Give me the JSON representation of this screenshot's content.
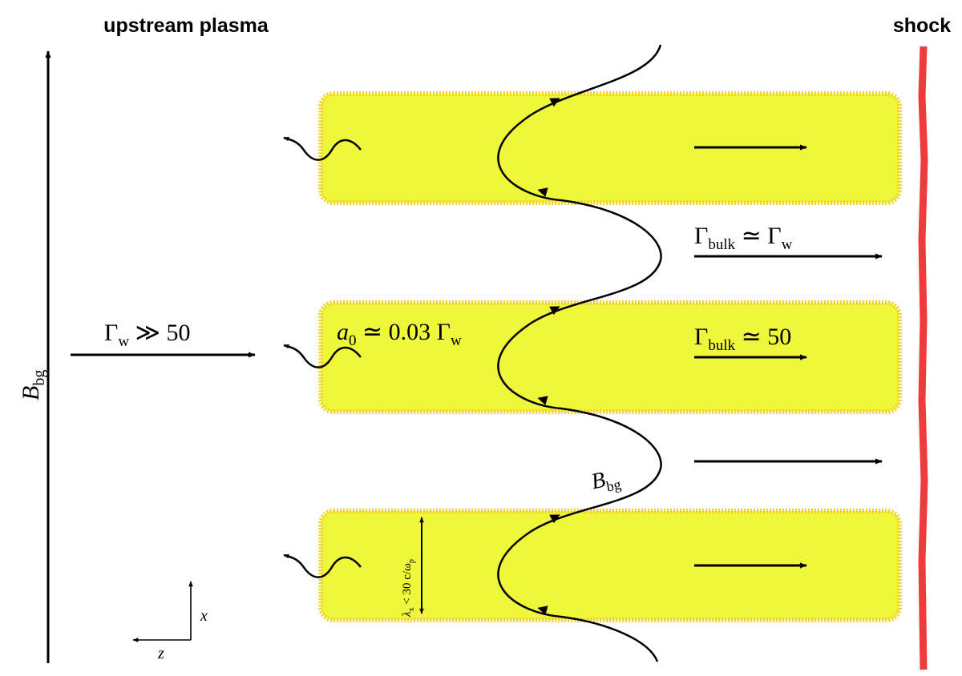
{
  "labels": {
    "upstream": "upstream plasma",
    "shock": "shock",
    "bbg_axis_main": "B",
    "bbg_axis_sub": "bg",
    "bbg_curve_main": "B",
    "bbg_curve_sub": "bg",
    "gamma_w_main": "Γ",
    "gamma_w_sub": "w",
    "gamma_w_rel": " ≫ 50",
    "a0_main": "a",
    "a0_sub": "0",
    "a0_rel": " ≃ 0.03 Γ",
    "a0_rel_sub": "w",
    "bulk_top_main": "Γ",
    "bulk_top_sub": "bulk",
    "bulk_top_rel": " ≃ Γ",
    "bulk_top_rel_sub": "w",
    "bulk_mid_main": "Γ",
    "bulk_mid_sub": "bulk",
    "bulk_mid_rel": " ≃ 50",
    "lambda_main": "λ",
    "lambda_sub": "x",
    "lambda_rel": " < 30 c/ω",
    "lambda_rel_sub": "p",
    "axis_x": "x",
    "axis_z": "z"
  },
  "colors": {
    "filament_fill": "#eef73a",
    "filament_edge": "#f2d12e",
    "shock": "#ee3b3b",
    "ink": "#000000"
  },
  "filaments": [
    {
      "name": "filament-top",
      "label": ""
    },
    {
      "name": "filament-middle",
      "label": ""
    },
    {
      "name": "filament-bottom",
      "label": ""
    }
  ]
}
